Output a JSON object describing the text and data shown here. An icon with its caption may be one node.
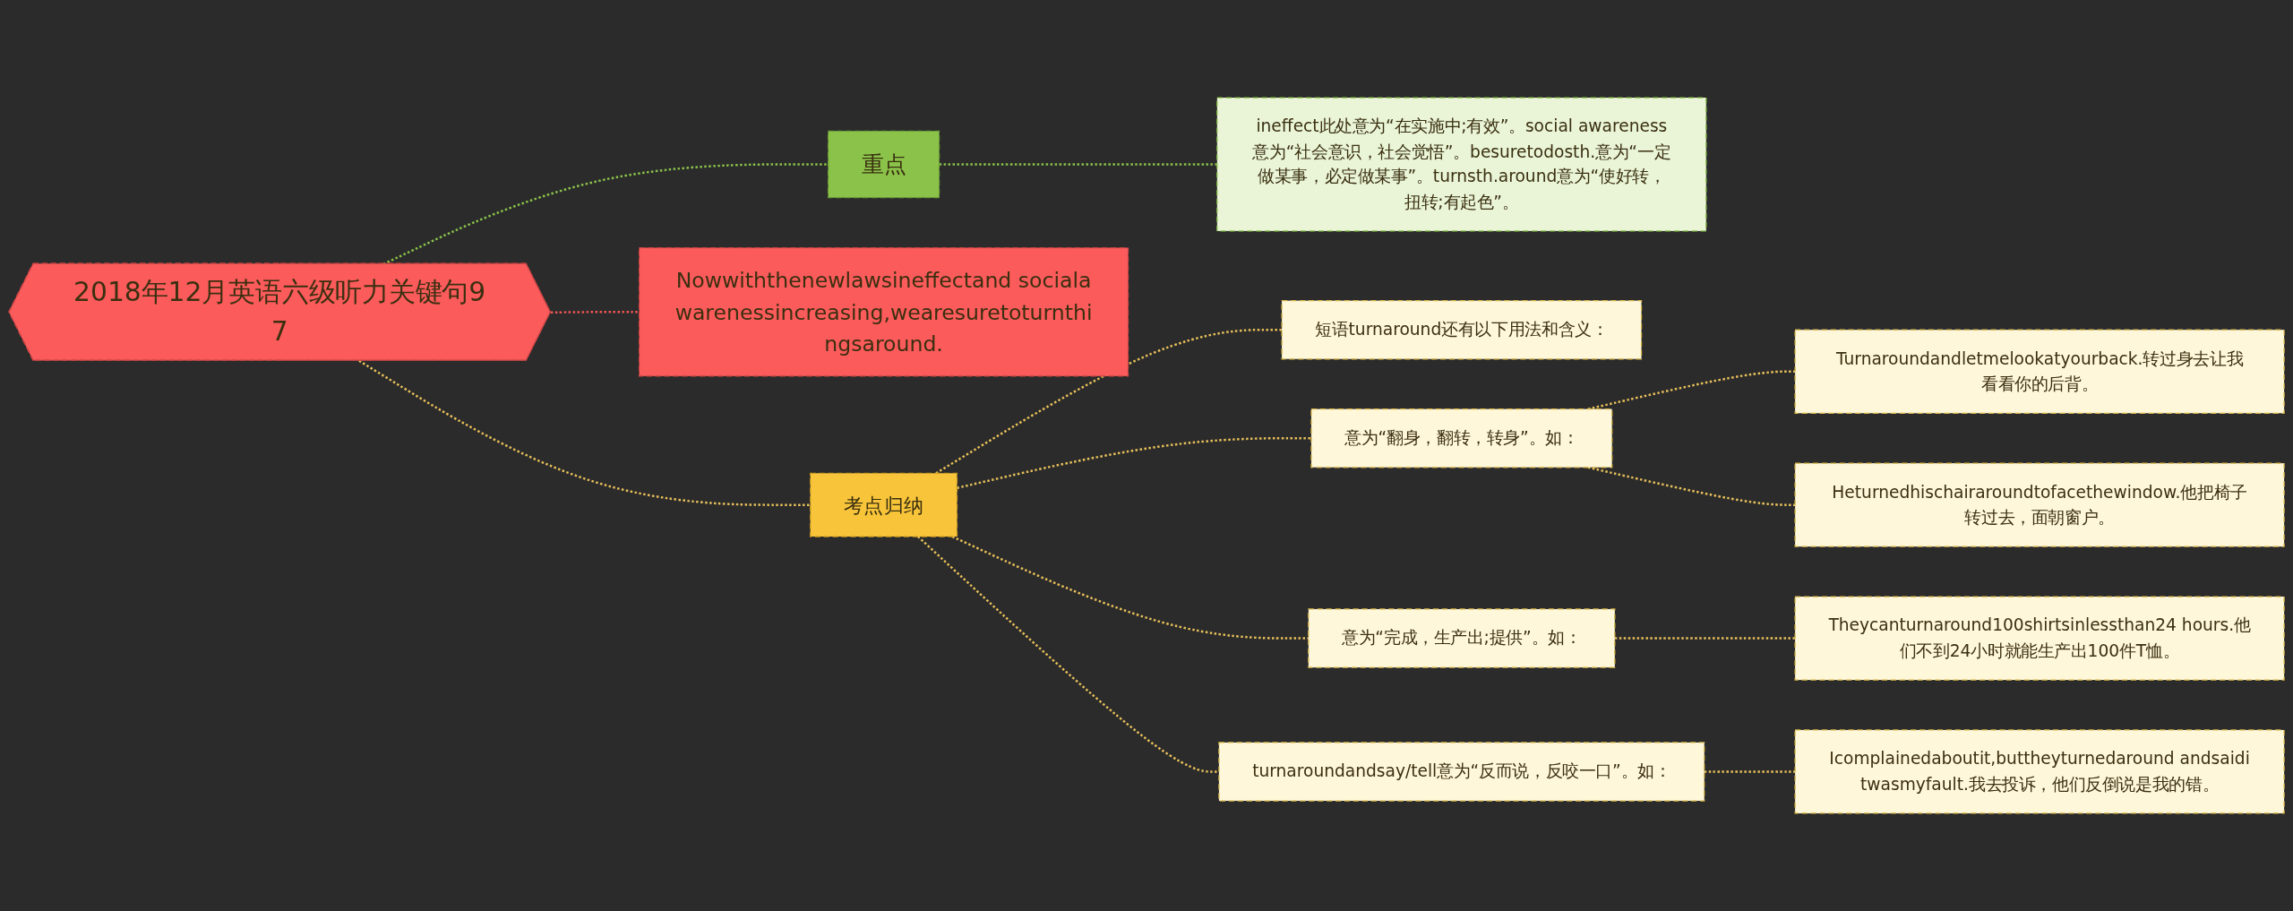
{
  "diagram": {
    "nodes": [
      {
        "text": [
          "2018年12月英语六级听力关键句97"
        ]
      },
      {
        "text": [
          "重点"
        ]
      },
      {
        "text": [
          "ineffect此处意为“在实施中;有效”。social awareness意为“社会意识，社会觉悟”。besuretodosth.意为“一定做某事，必定做某事”。turnsth.around意为“使好转，扭转;有起色”。"
        ]
      },
      {
        "text": [
          "Nowwiththenewlawsineffectand socialawarenessincreasing,wearesuretoturnthingsaround."
        ]
      },
      {
        "text": [
          "考点归纳"
        ]
      },
      {
        "text": [
          "短语turnaround还有以下用法和含义："
        ]
      },
      {
        "text": [
          "意为“翻身，翻转，转身”。如："
        ]
      },
      {
        "text": [
          "Turnaroundandletmelookatyourback.转过身去让我看看你的后背。"
        ]
      },
      {
        "text": [
          "Heturnedhischairaroundtofacethewindow.他把椅子转过去，面朝窗户。"
        ]
      },
      {
        "text": [
          "意为“完成，生产出;提供”。如："
        ]
      },
      {
        "text": [
          "Theycanturnaround100shirtsinlessthan24 hours.他们不到24小时就能生产出100件T恤。"
        ]
      },
      {
        "text": [
          "turnaroundandsay/tell意为“反而说，反咬一口”。如："
        ]
      },
      {
        "text": [
          "Icomplainedaboutit,buttheyturnedaround andsaiditwasmyfault.我去投诉，他们反倒说是我的错。"
        ]
      }
    ],
    "edges": [
      {
        "from": 0,
        "to": 1,
        "arrow": "none",
        "style": "dashed",
        "color": "#8bc34a"
      },
      {
        "from": 1,
        "to": 2,
        "arrow": "none",
        "style": "dashed",
        "color": "#8bc34a"
      },
      {
        "from": 0,
        "to": 3,
        "arrow": "none",
        "style": "dashed",
        "color": "#f05656"
      },
      {
        "from": 0,
        "to": 4,
        "arrow": "none",
        "style": "dashed"
      },
      {
        "from": 4,
        "to": 5,
        "arrow": "none",
        "style": "dashed"
      },
      {
        "from": 4,
        "to": 6,
        "arrow": "none",
        "style": "dashed"
      },
      {
        "from": 6,
        "to": 7,
        "arrow": "none",
        "style": "dashed"
      },
      {
        "from": 6,
        "to": 8,
        "arrow": "none",
        "style": "dashed"
      },
      {
        "from": 4,
        "to": 9,
        "arrow": "none",
        "style": "dashed"
      },
      {
        "from": 9,
        "to": 10,
        "arrow": "none",
        "style": "dashed"
      },
      {
        "from": 4,
        "to": 11,
        "arrow": "none",
        "style": "dashed"
      },
      {
        "from": 11,
        "to": 12,
        "arrow": "none",
        "style": "dashed"
      }
    ]
  }
}
